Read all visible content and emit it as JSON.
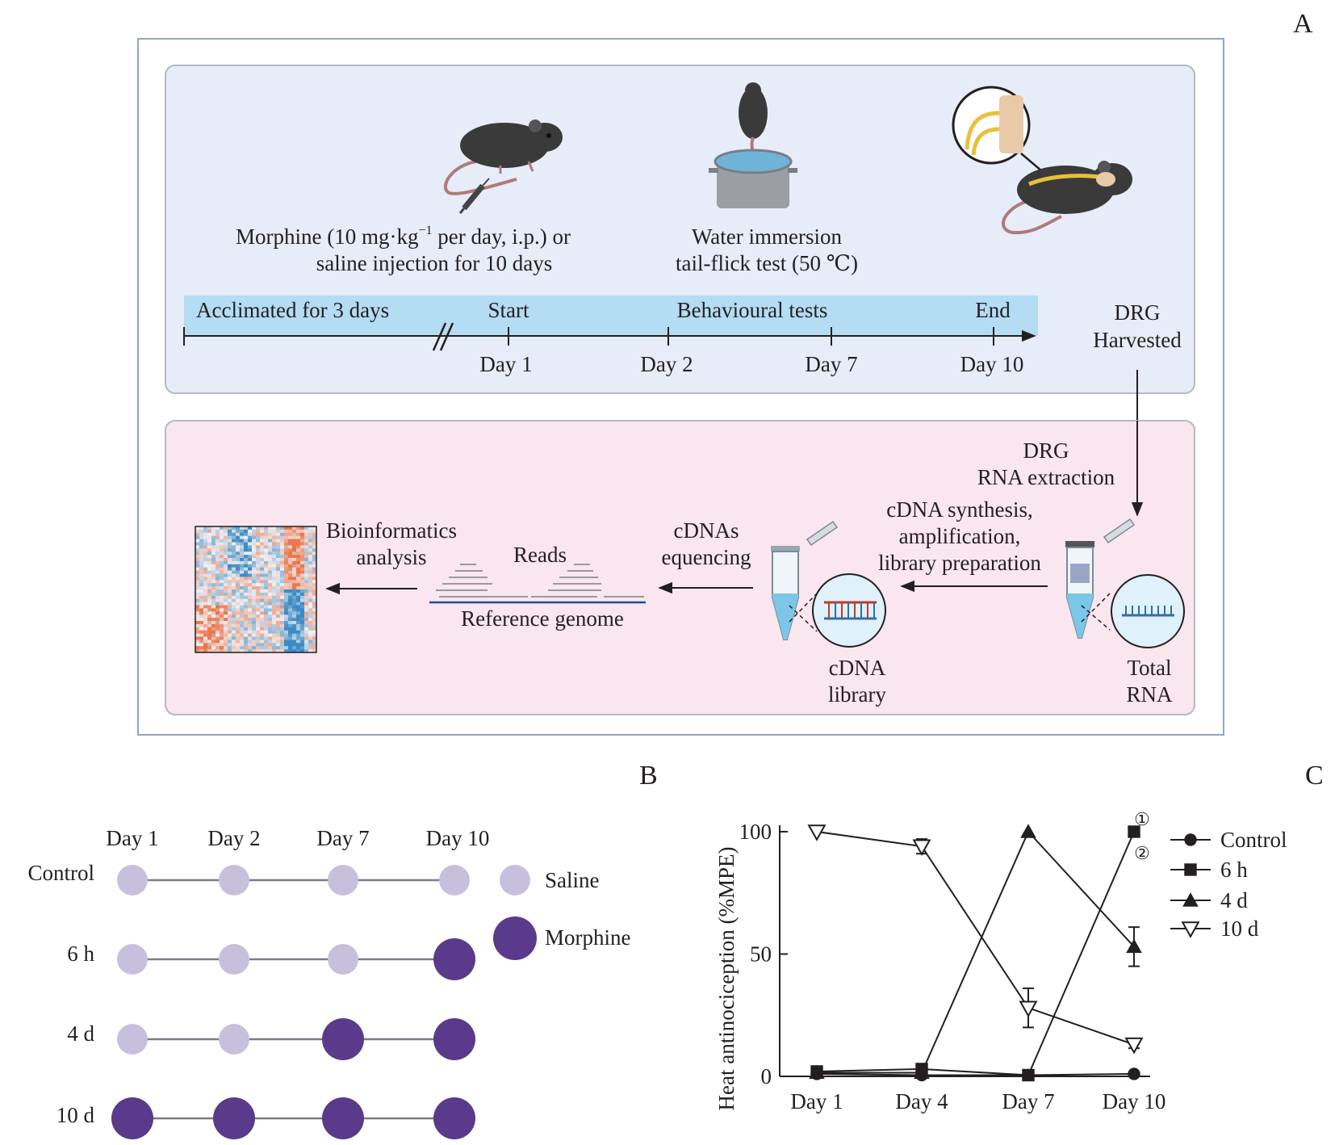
{
  "panel_a": {
    "letter": "A",
    "morphine_line1_pre": "Morphine (10 mg·kg",
    "morphine_sup": "−1",
    "morphine_line1_post": " per day, i.p.) or",
    "morphine_line2": "saline injection for 10 days",
    "water_line1": "Water immersion",
    "water_line2": "tail-flick test (50 ℃)",
    "bar_acclimated": "Acclimated for 3 days",
    "bar_start": "Start",
    "bar_behavioural": "Behavioural tests",
    "bar_end": "End",
    "days": [
      "Day 1",
      "Day 2",
      "Day 7",
      "Day 10"
    ],
    "drg_line1": "DRG",
    "drg_line2": "Harvested",
    "rna_extraction_line1": "DRG",
    "rna_extraction_line2": "RNA extraction",
    "cdna_synth_line1": "cDNA synthesis,",
    "cdna_synth_line2": "amplification,",
    "cdna_synth_line3": "library preparation",
    "total_rna_line1": "Total",
    "total_rna_line2": "RNA",
    "cdna_library_line1": "cDNA",
    "cdna_library_line2": "library",
    "cdnas_line1": "cDNAs",
    "cdnas_line2": "equencing",
    "reads": "Reads",
    "reference_genome": "Reference genome",
    "bioinf_line1": "Bioinformatics",
    "bioinf_line2": "analysis",
    "colors": {
      "outer_border": "#8fa6c2",
      "top_panel": "#e6ecf8",
      "bottom_panel": "#f9e6ef",
      "timeline_bar": "#b4dcf2",
      "heat_red": "#e8774f",
      "heat_blue": "#3b8cc4"
    }
  },
  "panel_b": {
    "letter": "B",
    "day_headers": [
      "Day 1",
      "Day 2",
      "Day 7",
      "Day 10"
    ],
    "groups": [
      {
        "label": "Control",
        "schedule": [
          "Saline",
          "Saline",
          "Saline",
          "Saline"
        ]
      },
      {
        "label": "6 h",
        "schedule": [
          "Saline",
          "Saline",
          "Saline",
          "Morphine"
        ]
      },
      {
        "label": "4 d",
        "schedule": [
          "Saline",
          "Saline",
          "Morphine",
          "Morphine"
        ]
      },
      {
        "label": "10 d",
        "schedule": [
          "Morphine",
          "Morphine",
          "Morphine",
          "Morphine"
        ]
      }
    ],
    "legend": [
      {
        "label": "Saline",
        "color": "#c7c0dd"
      },
      {
        "label": "Morphine",
        "color": "#5a3a8a"
      }
    ]
  },
  "panel_c": {
    "letter": "C",
    "annotations": [
      "①",
      "②"
    ],
    "chart_data": {
      "type": "line",
      "categories": [
        "Day 1",
        "Day 4",
        "Day 7",
        "Day 10"
      ],
      "ylabel": "Heat antinociception (%MPE)",
      "ylim": [
        0,
        100
      ],
      "yticks": [
        0,
        50,
        100
      ],
      "grid": false,
      "legend_position": "right",
      "series": [
        {
          "name": "Control",
          "marker": "circle",
          "values": [
            1,
            0.5,
            0.5,
            1
          ],
          "error": [
            0,
            0,
            0,
            0
          ]
        },
        {
          "name": "6 h",
          "marker": "square",
          "values": [
            2,
            3,
            0.5,
            100
          ],
          "error": [
            0,
            0,
            0,
            0
          ]
        },
        {
          "name": "4 d",
          "marker": "triangle-up",
          "values": [
            1.5,
            1.5,
            100,
            53
          ],
          "error": [
            0,
            0,
            0,
            8
          ]
        },
        {
          "name": "10 d",
          "marker": "triangle-down-open",
          "values": [
            100,
            94,
            28,
            13
          ],
          "error": [
            0,
            3,
            8,
            1.5
          ]
        }
      ]
    }
  }
}
